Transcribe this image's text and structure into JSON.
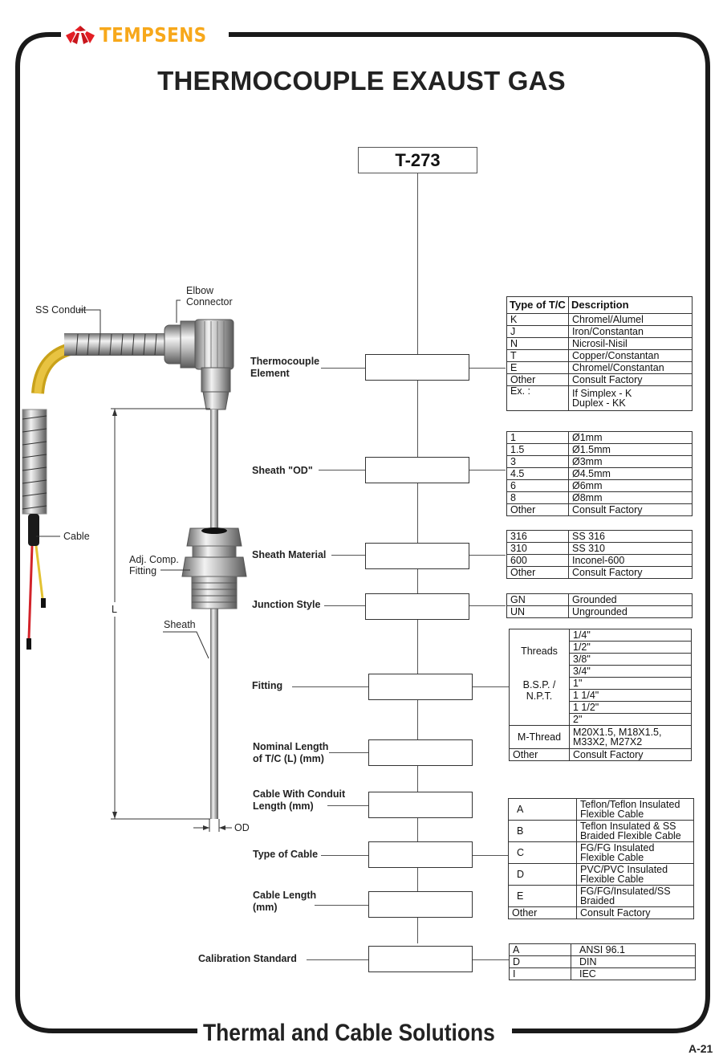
{
  "brand": {
    "name": "TEMPSENS",
    "logo_color": "#e31e24",
    "text_color": "#f7a81b"
  },
  "title": "THERMOCOUPLE EXAUST GAS",
  "footer": "Thermal and Cable Solutions",
  "product_code": "T-273",
  "illustration": {
    "callouts": {
      "ss_conduit": "SS Conduit",
      "elbow_connector_1": "Elbow",
      "elbow_connector_2": "Connector",
      "cable": "Cable",
      "adj_fitting_1": "Adj. Comp.",
      "adj_fitting_2": "Fitting",
      "sheath": "Sheath",
      "length": "L",
      "od": "OD"
    }
  },
  "fields": [
    {
      "label_1": "Thermocouple",
      "label_2": "Element"
    },
    {
      "label_1": "Sheath \"OD\""
    },
    {
      "label_1": "Sheath Material"
    },
    {
      "label_1": "Junction Style"
    },
    {
      "label_1": "Fitting"
    },
    {
      "label_1": "Nominal Length",
      "label_2": "of T/C (L) (mm)"
    },
    {
      "label_1": "Cable With Conduit",
      "label_2": "Length (mm)"
    },
    {
      "label_1": "Type of Cable"
    },
    {
      "label_1": "Cable Length",
      "label_2": "(mm)"
    },
    {
      "label_1": "Calibration Standard"
    }
  ],
  "tables": {
    "tc_type": {
      "headers": [
        "Type of T/C",
        "Description"
      ],
      "rows": [
        [
          "K",
          "Chromel/Alumel"
        ],
        [
          "J",
          "Iron/Constantan"
        ],
        [
          "N",
          "Nicrosil-Nisil"
        ],
        [
          "T",
          "Copper/Constantan"
        ],
        [
          "E",
          "Chromel/Constantan"
        ],
        [
          "Other",
          "Consult Factory"
        ],
        [
          "Ex. :",
          "If Simplex - K",
          "Duplex - KK"
        ]
      ]
    },
    "sheath_od": {
      "rows": [
        [
          "1",
          "Ø1mm"
        ],
        [
          "1.5",
          "Ø1.5mm"
        ],
        [
          "3",
          "Ø3mm"
        ],
        [
          "4.5",
          "Ø4.5mm"
        ],
        [
          "6",
          "Ø6mm"
        ],
        [
          "8",
          "Ø8mm"
        ],
        [
          "Other",
          "Consult Factory"
        ]
      ]
    },
    "sheath_material": {
      "rows": [
        [
          "316",
          "SS 316"
        ],
        [
          "310",
          "SS 310"
        ],
        [
          "600",
          "Inconel-600"
        ],
        [
          "Other",
          "Consult Factory"
        ]
      ]
    },
    "junction": {
      "rows": [
        [
          "GN",
          "Grounded"
        ],
        [
          "UN",
          "Ungrounded"
        ]
      ]
    },
    "fitting": {
      "group_1": "Threads",
      "group_2": "B.S.P. /",
      "group_3": "N.P.T.",
      "sizes": [
        "1/4\"",
        "1/2\"",
        "3/8\"",
        "3/4\"",
        "1\"",
        "1 1/4\"",
        "1 1/2\"",
        "2\""
      ],
      "m_thread_label": "M-Thread",
      "m_thread_1": "M20X1.5, M18X1.5,",
      "m_thread_2": "M33X2, M27X2",
      "other": [
        "Other",
        "Consult Factory"
      ]
    },
    "cable_type": {
      "rows": [
        [
          "A",
          "Teflon/Teflon Insulated",
          "Flexible Cable"
        ],
        [
          "B",
          "Teflon Insulated & SS",
          "Braided Flexible Cable"
        ],
        [
          "C",
          "FG/FG Insulated",
          "Flexible Cable"
        ],
        [
          "D",
          "PVC/PVC Insulated",
          "Flexible Cable"
        ],
        [
          "E",
          "FG/FG/Insulated/SS",
          "Braided"
        ],
        [
          "Other",
          "Consult Factory"
        ]
      ]
    },
    "calibration": {
      "rows": [
        [
          "A",
          "ANSI 96.1"
        ],
        [
          "D",
          "DIN"
        ],
        [
          "I",
          "IEC"
        ]
      ]
    }
  },
  "page_number": "A-21"
}
